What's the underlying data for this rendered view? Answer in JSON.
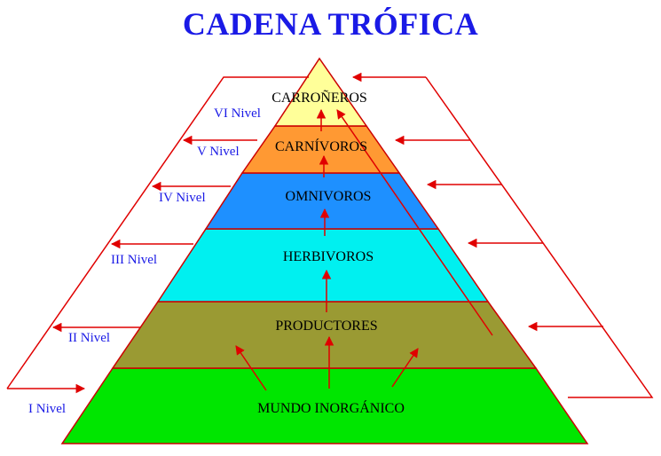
{
  "title": "CADENA TRÓFICA",
  "colors": {
    "title": "#1a1ae6",
    "level_label": "#1a1ae6",
    "outline": "#e00000",
    "arrow": "#e00000",
    "tier_mundo_inorganico": "#00e600",
    "tier_productores": "#9a9a33",
    "tier_herbivoros": "#00f0f0",
    "tier_omnivoros": "#1e90ff",
    "tier_carnivoros": "#ff9933",
    "tier_carroneros": "#ffff99"
  },
  "tiers": [
    {
      "label": "MUNDO INORGÁNICO"
    },
    {
      "label": "PRODUCTORES"
    },
    {
      "label": "HERBIVOROS"
    },
    {
      "label": "OMNIVOROS"
    },
    {
      "label": "CARNÍVOROS"
    },
    {
      "label": "CARROÑEROS"
    }
  ],
  "levels": [
    {
      "label": "I Nivel"
    },
    {
      "label": "II Nivel"
    },
    {
      "label": "III Nivel"
    },
    {
      "label": "IV Nivel"
    },
    {
      "label": "V Nivel"
    },
    {
      "label": "VI Nivel"
    }
  ]
}
